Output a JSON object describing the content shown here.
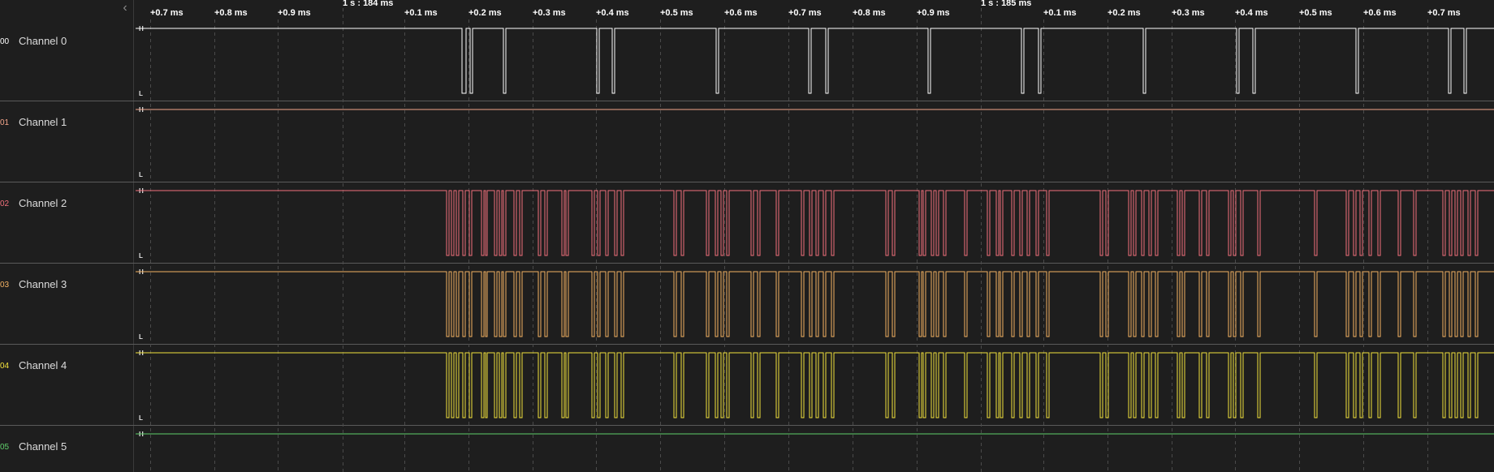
{
  "ruler": {
    "ticks": [
      "+0.7 ms",
      "+0.8 ms",
      "+0.9 ms",
      "+0.1 ms",
      "+0.2 ms",
      "+0.3 ms",
      "+0.4 ms",
      "+0.5 ms",
      "+0.6 ms",
      "+0.7 ms",
      "+0.8 ms",
      "+0.9 ms",
      "+0.1 ms",
      "+0.2 ms",
      "+0.3 ms",
      "+0.4 ms",
      "+0.5 ms",
      "+0.6 ms",
      "+0.7 ms"
    ],
    "markers": [
      "1 s : 184 ms",
      "1 s : 185 ms"
    ]
  },
  "level_labels": {
    "high": "H",
    "low": "L"
  },
  "channels": [
    {
      "index": "00",
      "name": "Channel 0",
      "color": "#ffffff"
    },
    {
      "index": "01",
      "name": "Channel 1",
      "color": "#f4a58a"
    },
    {
      "index": "02",
      "name": "Channel 2",
      "color": "#f2707c"
    },
    {
      "index": "03",
      "name": "Channel 3",
      "color": "#f4b262"
    },
    {
      "index": "04",
      "name": "Channel 4",
      "color": "#f3e13c"
    },
    {
      "index": "05",
      "name": "Channel 5",
      "color": "#5fcf6a"
    }
  ]
}
